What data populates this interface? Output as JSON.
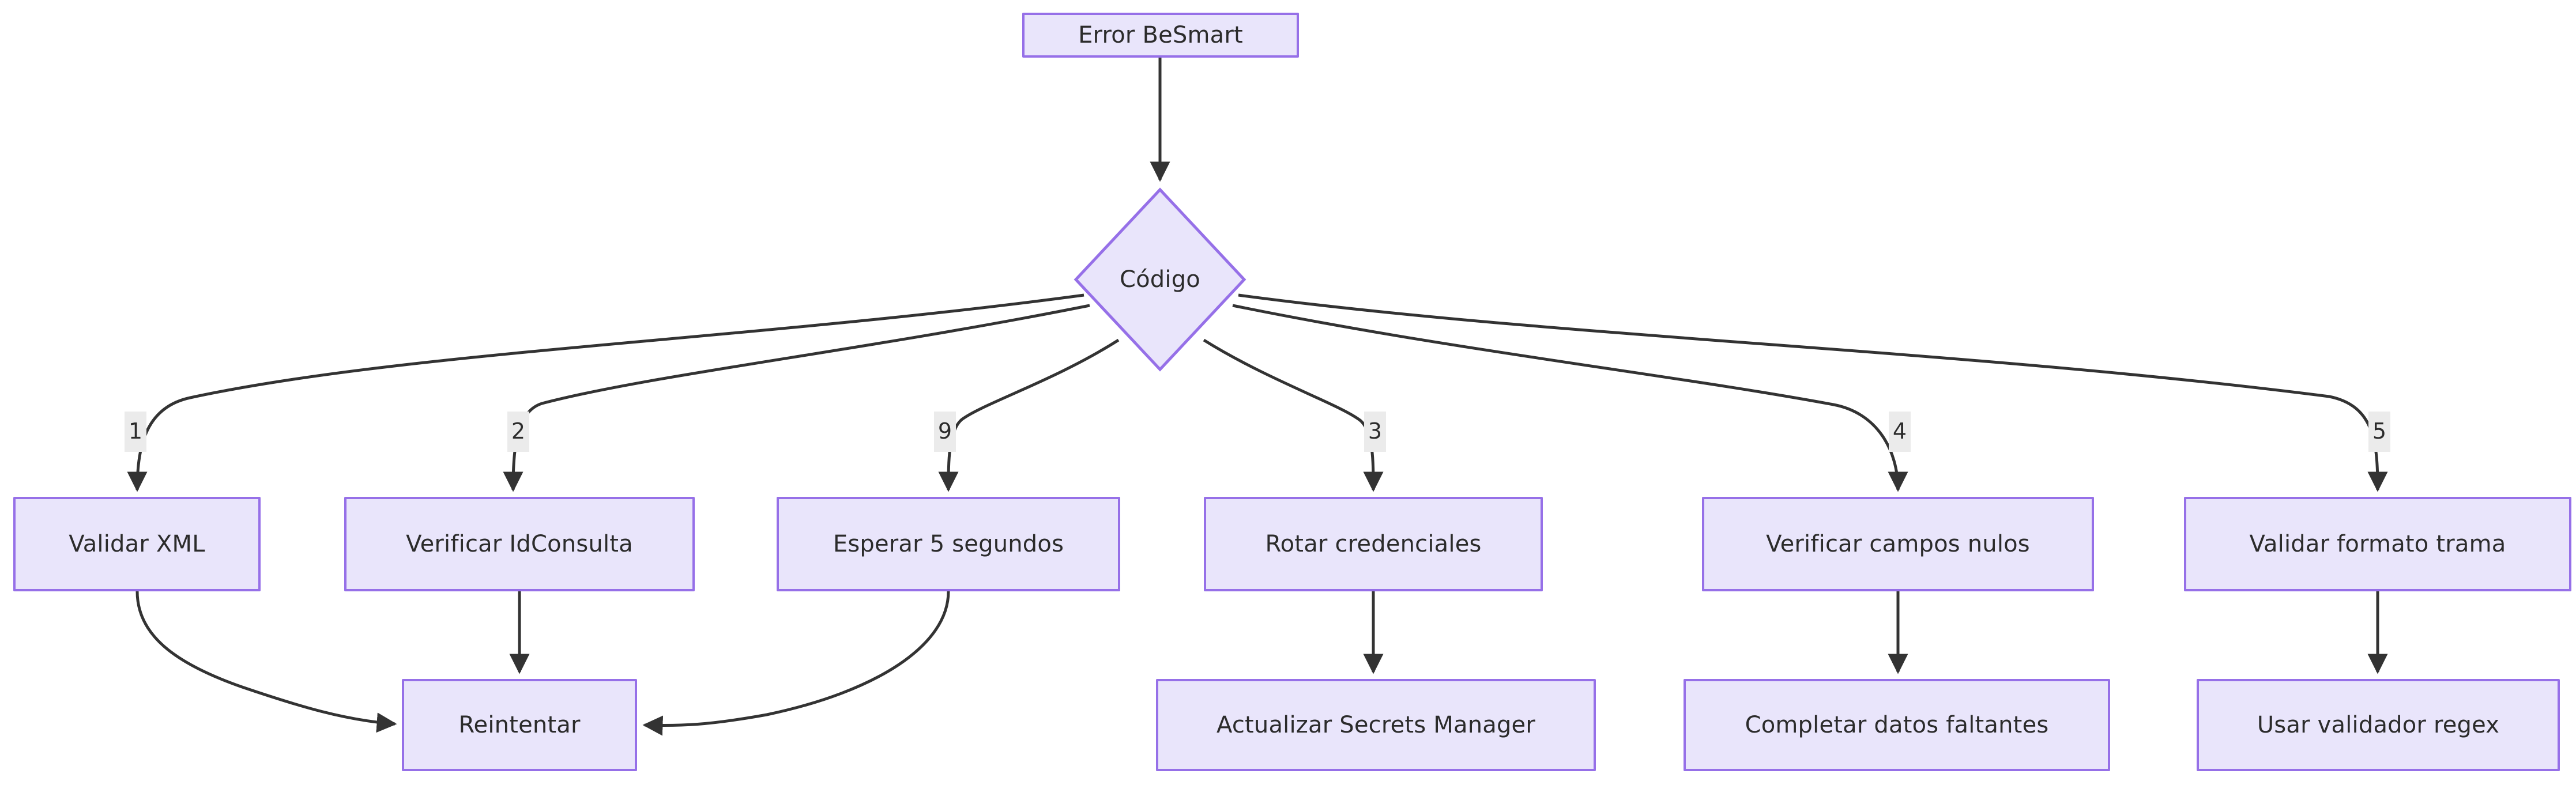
{
  "diagram": {
    "type": "flowchart",
    "direction": "top-down",
    "theme": {
      "node_fill": "#e9e5fb",
      "node_border": "#9670e8",
      "node_text": "#2b2b2b",
      "edge_stroke": "#333333",
      "edge_label_bg": "#ebebeb",
      "background": "#ffffff"
    },
    "nodes": [
      {
        "id": "error",
        "label": "Error BeSmart",
        "shape": "rect"
      },
      {
        "id": "codigo",
        "label": "Código",
        "shape": "diamond"
      },
      {
        "id": "validarxml",
        "label": "Validar XML",
        "shape": "rect"
      },
      {
        "id": "idconsulta",
        "label": "Verificar IdConsulta",
        "shape": "rect"
      },
      {
        "id": "esperar",
        "label": "Esperar 5 segundos",
        "shape": "rect"
      },
      {
        "id": "rotar",
        "label": "Rotar credenciales",
        "shape": "rect"
      },
      {
        "id": "camposnulos",
        "label": "Verificar campos nulos",
        "shape": "rect"
      },
      {
        "id": "formatotrama",
        "label": "Validar formato trama",
        "shape": "rect"
      },
      {
        "id": "reintentar",
        "label": "Reintentar",
        "shape": "rect"
      },
      {
        "id": "secrets",
        "label": "Actualizar Secrets Manager",
        "shape": "rect"
      },
      {
        "id": "completar",
        "label": "Completar datos faltantes",
        "shape": "rect"
      },
      {
        "id": "regex",
        "label": "Usar validador regex",
        "shape": "rect"
      }
    ],
    "edges": [
      {
        "from": "error",
        "to": "codigo",
        "label": ""
      },
      {
        "from": "codigo",
        "to": "validarxml",
        "label": "1"
      },
      {
        "from": "codigo",
        "to": "idconsulta",
        "label": "2"
      },
      {
        "from": "codigo",
        "to": "esperar",
        "label": "9"
      },
      {
        "from": "codigo",
        "to": "rotar",
        "label": "3"
      },
      {
        "from": "codigo",
        "to": "camposnulos",
        "label": "4"
      },
      {
        "from": "codigo",
        "to": "formatotrama",
        "label": "5"
      },
      {
        "from": "validarxml",
        "to": "reintentar",
        "label": ""
      },
      {
        "from": "idconsulta",
        "to": "reintentar",
        "label": ""
      },
      {
        "from": "esperar",
        "to": "reintentar",
        "label": ""
      },
      {
        "from": "rotar",
        "to": "secrets",
        "label": ""
      },
      {
        "from": "camposnulos",
        "to": "completar",
        "label": ""
      },
      {
        "from": "formatotrama",
        "to": "regex",
        "label": ""
      }
    ]
  }
}
